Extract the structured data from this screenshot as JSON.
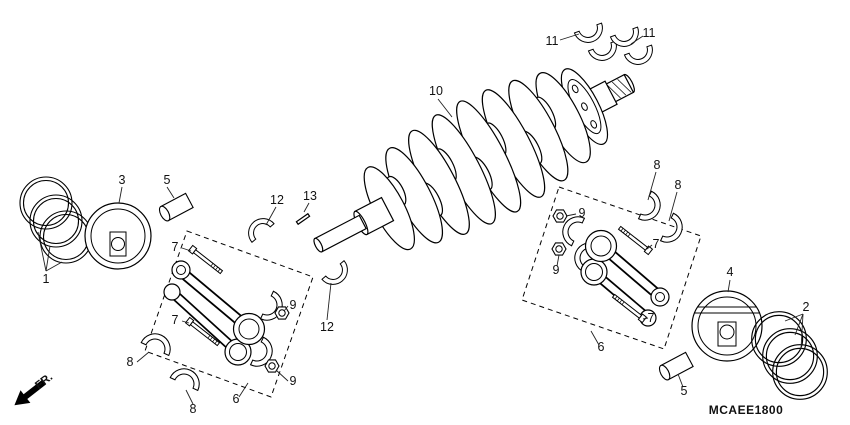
{
  "meta": {
    "code": "MCAEE1800",
    "fr_label": "FR."
  },
  "parts_shown": [
    "crankshaft",
    "pistons",
    "piston-rings",
    "piston-pins",
    "connecting-rods",
    "rod-bolts",
    "rod-nuts",
    "bearing-shells",
    "thrust-washers",
    "key"
  ],
  "callouts": [
    {
      "part": "3"
    },
    {
      "part": "5"
    },
    {
      "part": "1"
    },
    {
      "part": "12"
    },
    {
      "part": "13"
    },
    {
      "part": "12"
    },
    {
      "part": "10"
    },
    {
      "part": "11"
    },
    {
      "part": "11"
    },
    {
      "part": "7"
    },
    {
      "part": "7"
    },
    {
      "part": "9"
    },
    {
      "part": "9"
    },
    {
      "part": "8"
    },
    {
      "part": "8"
    },
    {
      "part": "6"
    },
    {
      "part": "9"
    },
    {
      "part": "9"
    },
    {
      "part": "8"
    },
    {
      "part": "8"
    },
    {
      "part": "7"
    },
    {
      "part": "7"
    },
    {
      "part": "6"
    },
    {
      "part": "4"
    },
    {
      "part": "5"
    },
    {
      "part": "2"
    }
  ]
}
